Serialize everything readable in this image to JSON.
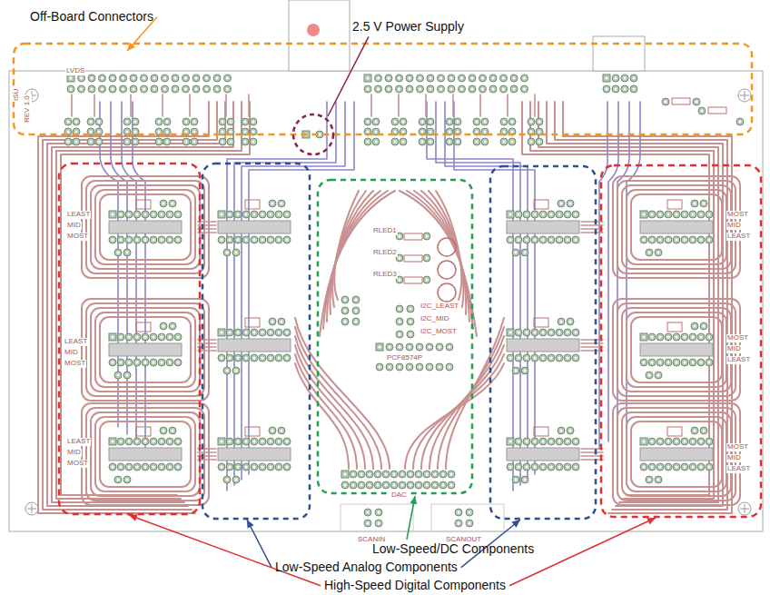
{
  "diagram": {
    "labels": [
      "Off-Board Connectors",
      "2.5 V Power Supply",
      "ISU",
      "REV 1.0",
      "LVDS",
      "RLED1",
      "RLED2",
      "RLED3",
      "I2C_LEAST",
      "I2C_MID",
      "I2C_MOST",
      "PCF8574P",
      "DAC",
      "SCANIN",
      "SCANOUT",
      "LEAST",
      "MID",
      "MOST",
      "LEAST",
      "MID",
      "MOST",
      "LEAST",
      "MID",
      "MOST",
      "MOST",
      "MID",
      "LEAST",
      "MOST",
      "MID",
      "LEAST",
      "MOST",
      "MID",
      "LEAST",
      "Low-Speed/DC Components",
      "Low-Speed Analog Components",
      "High-Speed Digital Components"
    ]
  }
}
